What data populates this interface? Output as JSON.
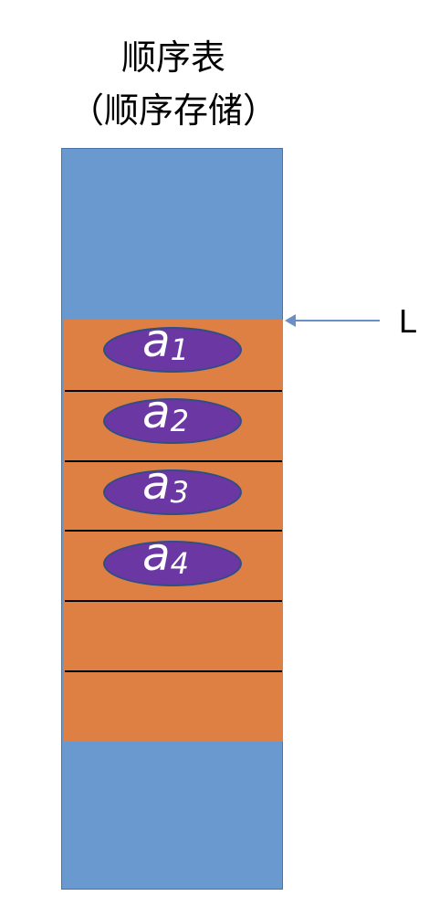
{
  "title": {
    "line1": "顺序表",
    "line2": "（顺序存储）"
  },
  "elements": [
    {
      "letter": "a",
      "index": "1"
    },
    {
      "letter": "a",
      "index": "2"
    },
    {
      "letter": "a",
      "index": "3"
    },
    {
      "letter": "a",
      "index": "4"
    }
  ],
  "pointer": {
    "label": "L"
  },
  "colors": {
    "free_memory": "#6a99d0",
    "allocated_block": "#de7f44",
    "element": "#6b37a3",
    "arrow": "#6a8fc4"
  }
}
